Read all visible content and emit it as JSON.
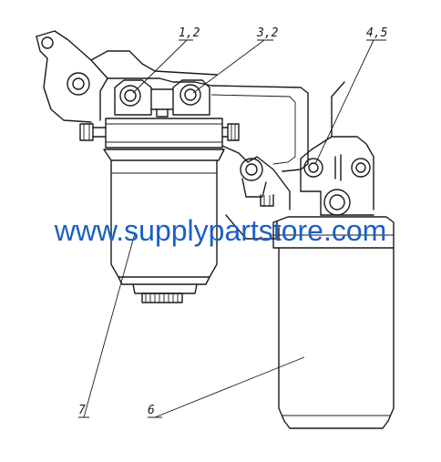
{
  "diagram": {
    "callouts": [
      {
        "id": "c12",
        "text": "1,2"
      },
      {
        "id": "c32",
        "text": "3,2"
      },
      {
        "id": "c45",
        "text": "4,5"
      },
      {
        "id": "c7",
        "text": "7"
      },
      {
        "id": "c6",
        "text": "6"
      }
    ]
  },
  "watermark": {
    "text": "www.supplypartstore.com",
    "color": "#1b5fc4"
  }
}
